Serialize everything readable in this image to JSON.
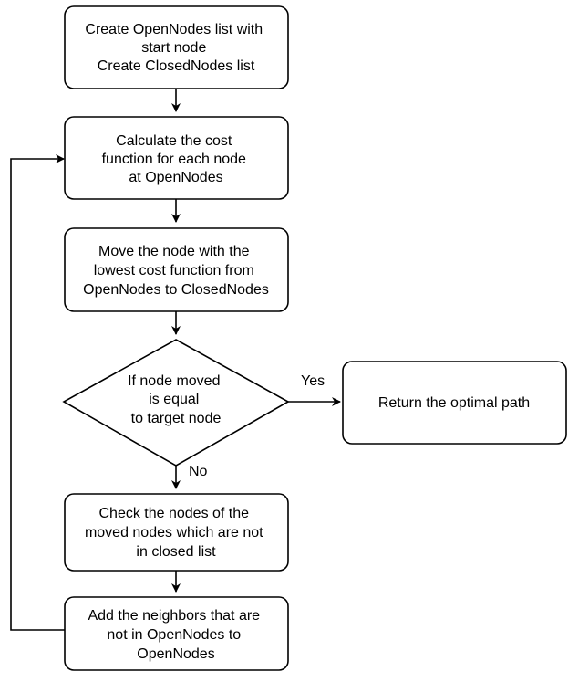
{
  "nodes": {
    "init": {
      "lines": [
        "Create OpenNodes list with",
        "start node",
        "Create ClosedNodes list"
      ]
    },
    "calc_cost": {
      "lines": [
        "Calculate the cost",
        "function for each node",
        "at OpenNodes"
      ]
    },
    "move_node": {
      "lines": [
        "Move the node with the",
        "lowest cost function from",
        "OpenNodes to ClosedNodes"
      ]
    },
    "decision": {
      "lines": [
        "If node moved",
        "is equal",
        "to target node"
      ]
    },
    "return_path": {
      "lines": [
        "Return the optimal path"
      ]
    },
    "check_nodes": {
      "lines": [
        "Check the nodes of the",
        "moved nodes which are not",
        "in closed list"
      ]
    },
    "add_neighbors": {
      "lines": [
        "Add the neighbors that are",
        "not in OpenNodes to",
        "OpenNodes"
      ]
    }
  },
  "edges": {
    "yes_label": "Yes",
    "no_label": "No"
  }
}
